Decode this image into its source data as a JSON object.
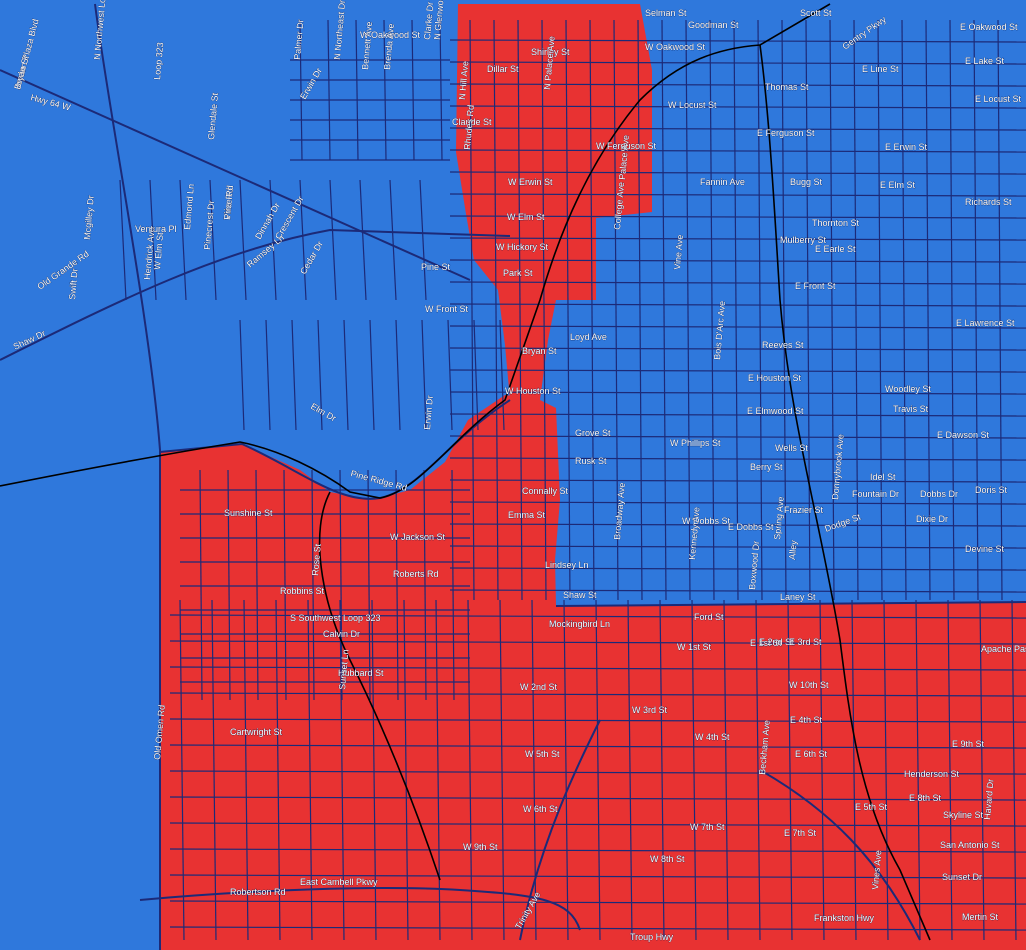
{
  "colors": {
    "blue_region": "#2f78dc",
    "red_region": "#e83232",
    "street": "#1c2a78",
    "rail": "#000000",
    "label_fill": "#ffffff"
  },
  "labels": [
    "Jordan Plaza Blvd",
    "Hwy 64 W",
    "N Northwest Loop 323",
    "Loop 323",
    "W Oakwood St",
    "Palmer Dr",
    "Erwin Dr",
    "N Northeast Dr",
    "Bennett Ave",
    "Brenda Ave",
    "Clarke Dr",
    "Claude St",
    "Dillar St",
    "Shirley St",
    "N Hill Ave",
    "N Palace Ave",
    "N Glenwood Blvd",
    "Selman St",
    "Goodman St",
    "Scott St",
    "E Oakwood St",
    "W Oakwood St",
    "Gentry Pkwy",
    "E Line St",
    "E Locust St",
    "E Lake St",
    "E Erwin St",
    "E Elm St",
    "Richards St",
    "W Erwin St",
    "W Elm St",
    "W Ferguson St",
    "W Locust St",
    "Bugg St",
    "Thomas St",
    "E Ferguson St",
    "Thornton St",
    "Mulberry St",
    "E Earle St",
    "E Front St",
    "Reeves St",
    "E Houston St",
    "E Elmwood St",
    "E Lawrence St",
    "Woodley St",
    "Travis St",
    "E Dawson St",
    "Idel St",
    "Fountain Dr",
    "Dobbs Dr",
    "Doris St",
    "Dixie Dr",
    "Devine St",
    "Laney St",
    "W Hickory St",
    "Park St",
    "W Front St",
    "Pine St",
    "Bryan St",
    "W Houston St",
    "Grove St",
    "Rusk St",
    "W Phillips St",
    "Berry St",
    "Wells St",
    "Frazier St",
    "Dodge St",
    "W Dobbs St",
    "E Dobbs St",
    "Connally St",
    "Emma St",
    "Lindsey Ln",
    "Shaw St",
    "Mockingbird Ln",
    "Ford St",
    "E 1st St",
    "E 2nd St",
    "E 3rd St",
    "Apache Pass Dr",
    "W 1st St",
    "W 2nd St",
    "W 3rd St",
    "W 4th St",
    "W 5th St",
    "W 6th St",
    "W 7th St",
    "W 8th St",
    "W 9th St",
    "W 10th St",
    "E 4th St",
    "E 5th St",
    "E 6th St",
    "E 7th St",
    "E 8th St",
    "E 9th St",
    "Henderson St",
    "Skyline St",
    "San Antonio St",
    "Sunset Dr",
    "Mertin St",
    "Havard Dr",
    "Roberts Rd",
    "W Jackson St",
    "Robbins St",
    "Sunshine St",
    "Rose St",
    "Calvin Dr",
    "Hubbard St",
    "Cartwright St",
    "Robertson Rd",
    "East Cambell Pkwy",
    "Sunset Ln",
    "Vines Ave",
    "Trinity Ave",
    "Frankston Hwy",
    "Troup Hwy",
    "Old Omen Rd",
    "S Southwest Loop 323",
    "Shaw Dr",
    "Old Grande Rd",
    "Swift Dr",
    "Mcgilley Dr",
    "Ventura Pl",
    "W Elm St",
    "Edmond Ln",
    "Pinecrest Dr",
    "Vine Rd",
    "Ramsey Ln",
    "Glendale St",
    "Price Rd",
    "Hendrick Ave",
    "Dinnah Dr",
    "Crescent Dr",
    "Cedar Dr",
    "Elm Dr",
    "Pine Ridge Rd",
    "Rhudes Rd",
    "Erwin Dr",
    "Broadway Ave",
    "Kennedy Ave",
    "Bois D'Arc Ave",
    "Spring Ave",
    "Donnybrook Ave",
    "Beckham Ave",
    "Palace Ave",
    "Vine Ave",
    "College Ave",
    "Fannin Ave",
    "Alley",
    "Boxwood Dr",
    "Loyd Ave",
    "Bryan St"
  ]
}
